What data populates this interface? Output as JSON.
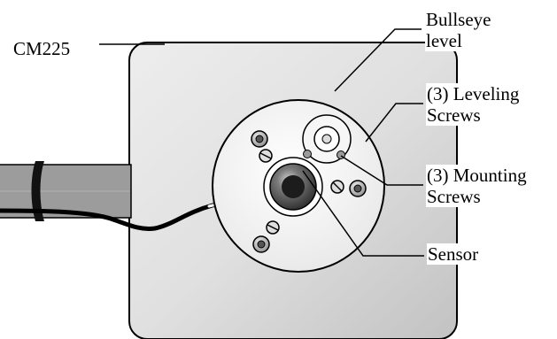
{
  "labels": {
    "cm225": "CM225",
    "bullseye_line1": "Bullseye",
    "bullseye_line2": "level",
    "leveling_line1": "(3) Leveling",
    "leveling_line2": "Screws",
    "mounting_line1": "(3) Mounting",
    "mounting_line2": "Screws",
    "sensor": "Sensor"
  },
  "colors": {
    "plate_light": "#f2f2f2",
    "plate_dark": "#bdbdbd",
    "disk": "#f4f4f4",
    "arm": "#9a9a9a",
    "cable": "#000000",
    "sensor_ring": "#444444"
  }
}
